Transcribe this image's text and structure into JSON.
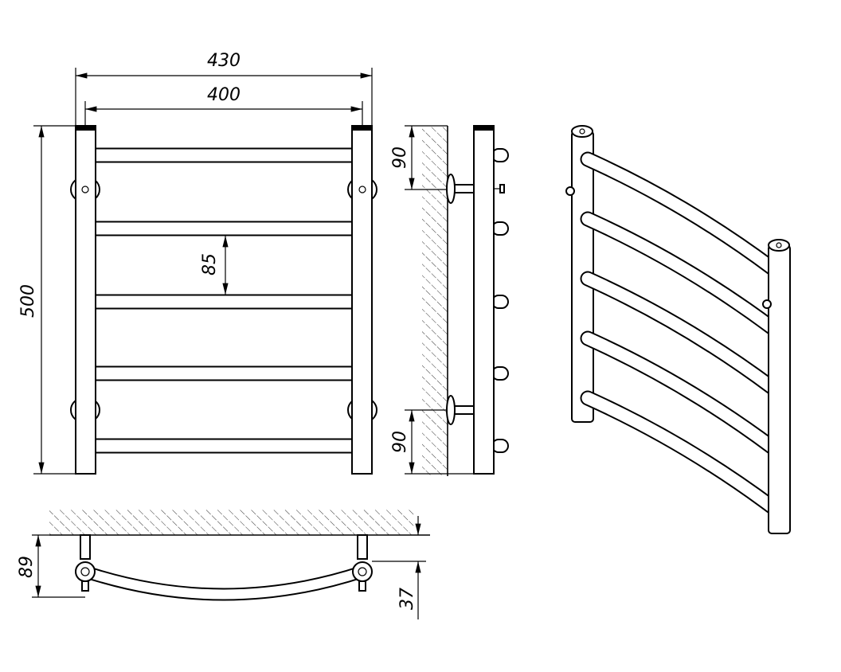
{
  "drawing": {
    "front_view": {
      "overall_width": "430",
      "center_distance": "400",
      "height": "500",
      "rail_spacing": "85"
    },
    "side_view": {
      "top_bracket_offset": "90",
      "bottom_bracket_offset": "90"
    },
    "top_view": {
      "depth": "89",
      "bracket_depth": "37"
    },
    "colors": {
      "line": "#000000",
      "background": "#ffffff"
    }
  }
}
